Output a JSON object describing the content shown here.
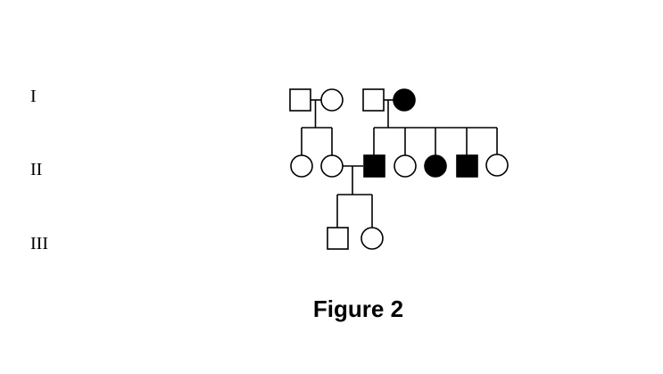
{
  "generations": [
    {
      "label": "I"
    },
    {
      "label": "II"
    },
    {
      "label": "III"
    }
  ],
  "caption": "Figure 2",
  "colors": {
    "affected": "#000000",
    "unaffected": "#ffffff",
    "line": "#000000"
  },
  "individuals": [
    {
      "id": "I-1",
      "generation": "I",
      "sex": "male",
      "affected": false
    },
    {
      "id": "I-2",
      "generation": "I",
      "sex": "female",
      "affected": false
    },
    {
      "id": "I-3",
      "generation": "I",
      "sex": "male",
      "affected": false
    },
    {
      "id": "I-4",
      "generation": "I",
      "sex": "female",
      "affected": true
    },
    {
      "id": "II-1",
      "generation": "II",
      "sex": "female",
      "affected": false,
      "parents": [
        "I-1",
        "I-2"
      ]
    },
    {
      "id": "II-2",
      "generation": "II",
      "sex": "female",
      "affected": false,
      "parents": [
        "I-1",
        "I-2"
      ]
    },
    {
      "id": "II-3",
      "generation": "II",
      "sex": "male",
      "affected": true,
      "parents": [
        "I-3",
        "I-4"
      ]
    },
    {
      "id": "II-4",
      "generation": "II",
      "sex": "female",
      "affected": false,
      "parents": [
        "I-3",
        "I-4"
      ]
    },
    {
      "id": "II-5",
      "generation": "II",
      "sex": "female",
      "affected": true,
      "parents": [
        "I-3",
        "I-4"
      ]
    },
    {
      "id": "II-6",
      "generation": "II",
      "sex": "male",
      "affected": true,
      "parents": [
        "I-3",
        "I-4"
      ]
    },
    {
      "id": "II-7",
      "generation": "II",
      "sex": "female",
      "affected": false,
      "parents": [
        "I-3",
        "I-4"
      ]
    },
    {
      "id": "III-1",
      "generation": "III",
      "sex": "male",
      "affected": false,
      "parents": [
        "II-2",
        "II-3"
      ]
    },
    {
      "id": "III-2",
      "generation": "III",
      "sex": "female",
      "affected": false,
      "parents": [
        "II-2",
        "II-3"
      ]
    }
  ],
  "marriages": [
    [
      "I-1",
      "I-2"
    ],
    [
      "I-3",
      "I-4"
    ],
    [
      "II-2",
      "II-3"
    ]
  ]
}
